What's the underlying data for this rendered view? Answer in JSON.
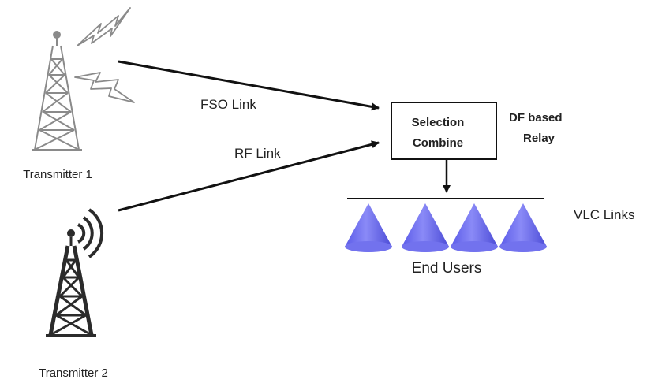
{
  "transmitters": [
    {
      "label": "Transmitter 1",
      "icon": "lattice-tower-with-lightning-icon"
    },
    {
      "label": "Transmitter 2",
      "icon": "radio-tower-with-signal-icon"
    }
  ],
  "links": {
    "fso": "FSO Link",
    "rf": "RF Link",
    "vlc": "VLC Links"
  },
  "relay": {
    "box_line1": "Selection",
    "box_line2": "Combine",
    "caption_line1": "DF based",
    "caption_line2": "Relay"
  },
  "end_users": {
    "label": "End Users",
    "count": 4,
    "cone_color": "#6f6ff2"
  },
  "colors": {
    "tower1": "#8a8a8a",
    "tower2": "#2b2b2b",
    "lines": "#111111"
  }
}
